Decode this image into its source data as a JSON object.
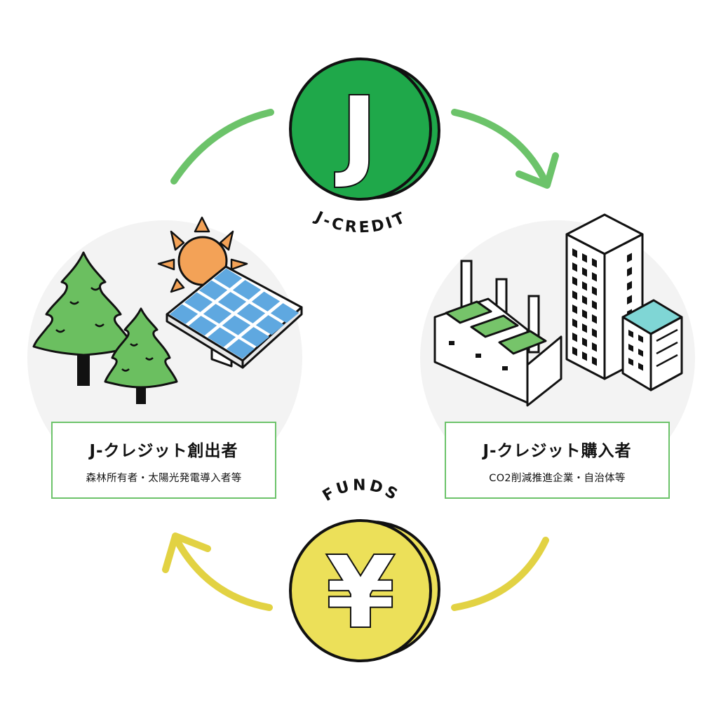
{
  "coin_top": {
    "letter": "J",
    "caption": "J-CREDIT",
    "color": "#1fa84a"
  },
  "coin_bottom": {
    "symbol": "¥",
    "caption": "FUNDS",
    "color": "#ece059"
  },
  "creator": {
    "title": "J-クレジット創出者",
    "subtitle": "森林所有者・太陽光発電導入者等"
  },
  "buyer": {
    "title": "J-クレジット購入者",
    "subtitle": "CO2削減推進企業・自治体等"
  },
  "colors": {
    "arrow_green": "#6cc36a",
    "arrow_yellow": "#e2d243",
    "tree_green": "#6bbf60",
    "panel_blue": "#5fa8e0",
    "sun_orange": "#f3a257",
    "roof_green": "#76c46a",
    "glass_cyan": "#7fd6d5"
  }
}
